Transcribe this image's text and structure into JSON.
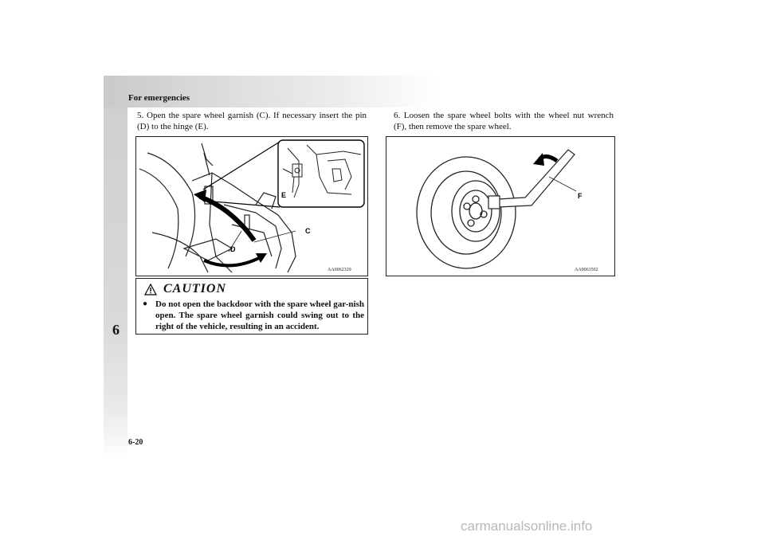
{
  "header": {
    "section": "For emergencies"
  },
  "chapter_tab": "6",
  "step5": {
    "number": "5.",
    "text": "Open the spare wheel garnish (C). If necessary insert the pin (D) to the hinge (E)."
  },
  "step6": {
    "number": "6.",
    "text": "Loosen the spare wheel bolts with the wheel nut wrench (F), then remove the spare wheel."
  },
  "figure1": {
    "code": "AA0062329",
    "labels": {
      "c": "C",
      "d": "D",
      "e": "E"
    }
  },
  "figure2": {
    "code": "AA0063502",
    "labels": {
      "f": "F"
    }
  },
  "caution": {
    "title": "CAUTION",
    "icon": "warning-triangle-icon",
    "text": "Do not open the backdoor with the spare wheel gar-nish open. The spare wheel garnish could swing out to the right of the vehicle, resulting in an accident."
  },
  "page_number": "6-20",
  "watermark": "carmanualsonline.info"
}
